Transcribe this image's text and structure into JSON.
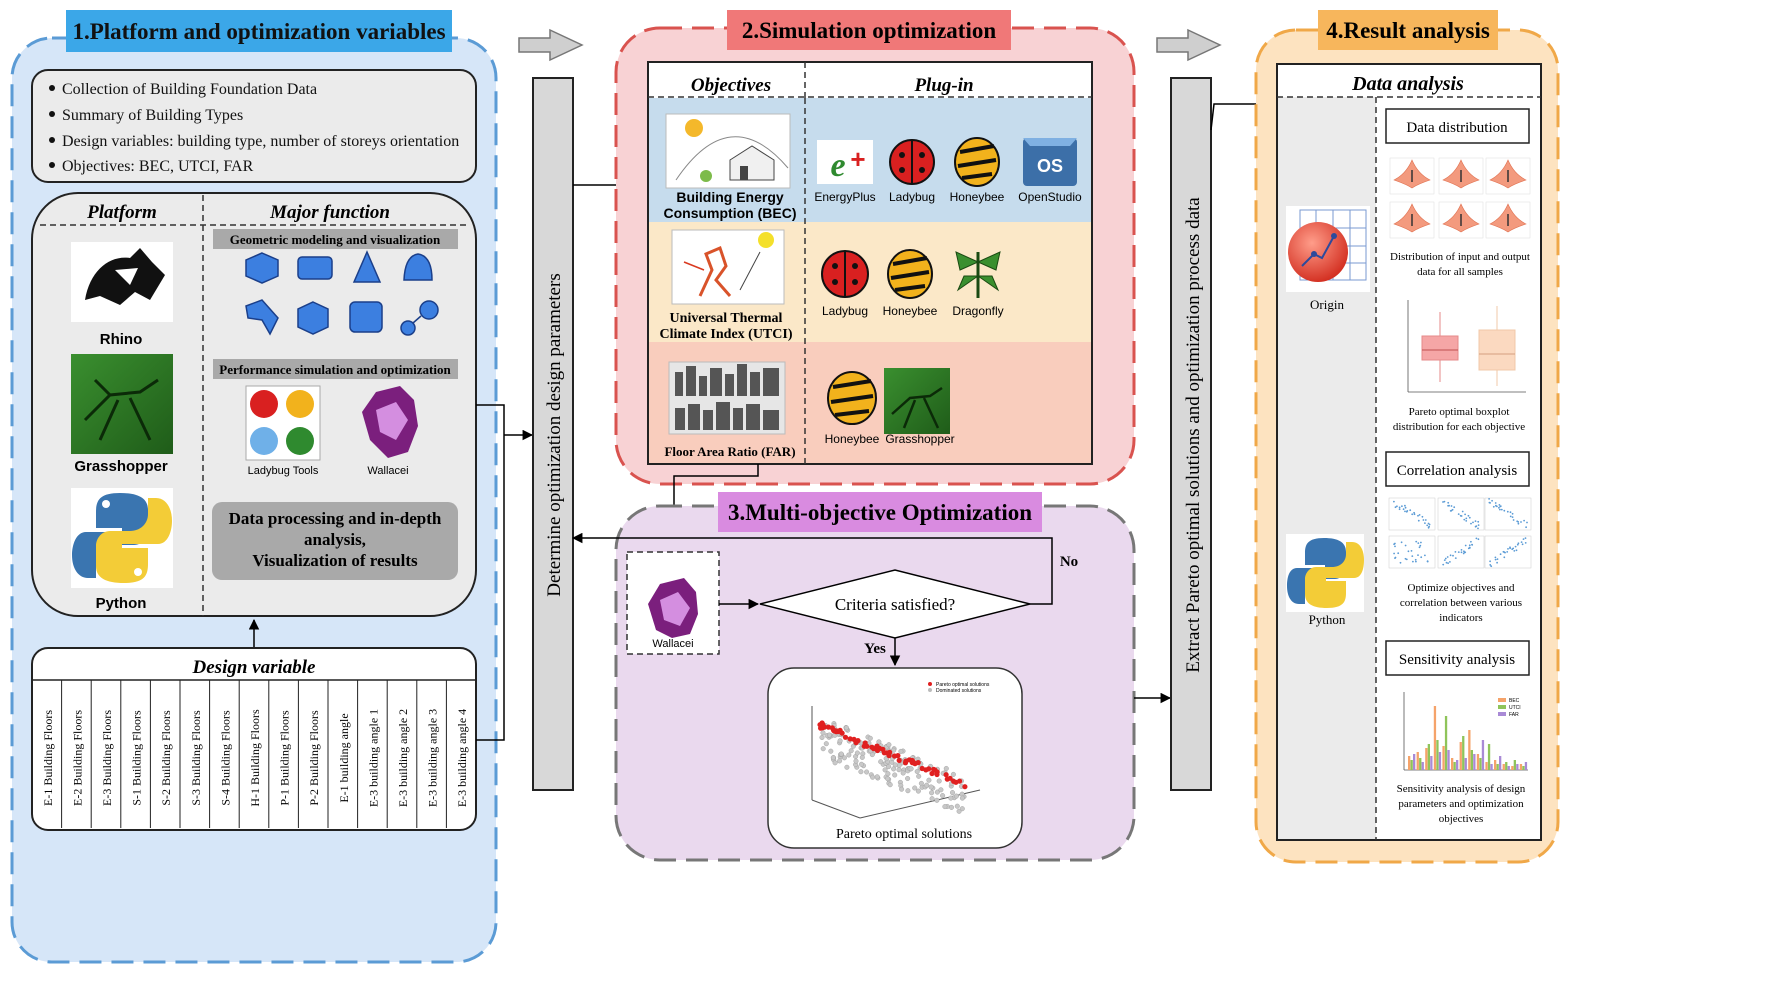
{
  "section1": {
    "title": "1.Platform and optimization variables",
    "bullets": [
      "Collection of Building Foundation Data",
      "Summary of Building Types",
      "Design variables: building type, number of storeys orientation",
      "Objectives: BEC, UTCI, FAR"
    ],
    "platform_header": "Platform",
    "function_header": "Major function",
    "platforms": [
      "Rhino",
      "Grasshopper",
      "Python"
    ],
    "geom_label": "Geometric modeling and visualization",
    "perf_label": "Performance simulation and optimization",
    "ladybug_tools": "Ladybug Tools",
    "wallacei": "Wallacei",
    "data_processing_lines": [
      "Data processing and in-depth",
      "analysis,",
      "Visualization of results"
    ],
    "design_variable_header": "Design variable",
    "design_variables": [
      "E-1 Building Floors",
      "E-2 Building Floors",
      "E-3 Building Floors",
      "S-1 Building Floors",
      "S-2 Building Floors",
      "S-3 Building Floors",
      "S-4 Building Floors",
      "H-1 Building Floors",
      "P-1 Building Floors",
      "P-2 Building Floors",
      "E-1 building angle",
      "E-3 building angle 1",
      "E-3 building angle 2",
      "E-3 building angle 3",
      "E-3 building angle 4"
    ]
  },
  "determine_label": "Determine optimization design parameters",
  "section2": {
    "title": "2.Simulation optimization",
    "objectives_header": "Objectives",
    "plugin_header": "Plug-in",
    "bec_lines": [
      "Building Energy",
      "Consumption (BEC)"
    ],
    "bec_plugins": [
      "EnergyPlus",
      "Ladybug",
      "Honeybee",
      "OpenStudio"
    ],
    "utci_lines": [
      "Universal Thermal",
      "Climate Index (UTCI)"
    ],
    "utci_plugins": [
      "Ladybug",
      "Honeybee",
      "Dragonfly"
    ],
    "far_label": "Floor Area Ratio (FAR)",
    "far_plugins": [
      "Honeybee",
      "Grasshopper"
    ]
  },
  "section3": {
    "title": "3.Multi-objective Optimization",
    "wallacei": "Wallacei",
    "criteria": "Criteria satisfied?",
    "yes": "Yes",
    "no": "No",
    "pareto": "Pareto optimal solutions",
    "legend": [
      "Pareto optimal solutions",
      "Dominated solutions"
    ]
  },
  "extract_label": "Extract Pareto optimal solutions and optimization process data",
  "section4": {
    "title": "4.Result analysis",
    "data_analysis": "Data analysis",
    "origin": "Origin",
    "python": "Python",
    "data_distribution": "Data distribution",
    "distribution_caption": [
      "Distribution of input and output",
      "data for all samples"
    ],
    "boxplot_caption": [
      "Pareto optimal boxplot",
      "distribution for each objective"
    ],
    "correlation": "Correlation analysis",
    "correlation_caption": [
      "Optimize objectives and",
      "correlation between various",
      "indicators"
    ],
    "sensitivity": "Sensitivity analysis",
    "sensitivity_caption": [
      "Sensitivity analysis of design",
      "parameters and optimization",
      "objectives"
    ],
    "sens_legend": [
      "BEC",
      "UTCI",
      "FAR"
    ]
  },
  "colors": {
    "blue_panel": "#d6e6f8",
    "blue_border": "#5b9bd5",
    "blue_title": "#3ba7e8",
    "red_panel": "#f8d2d4",
    "red_border": "#d9534f",
    "red_title": "#f07878",
    "purple_panel": "#ead9ee",
    "purple_title": "#d98be0",
    "orange_panel": "#fde3c0",
    "orange_border": "#f0a848",
    "orange_title": "#f7b65c"
  }
}
